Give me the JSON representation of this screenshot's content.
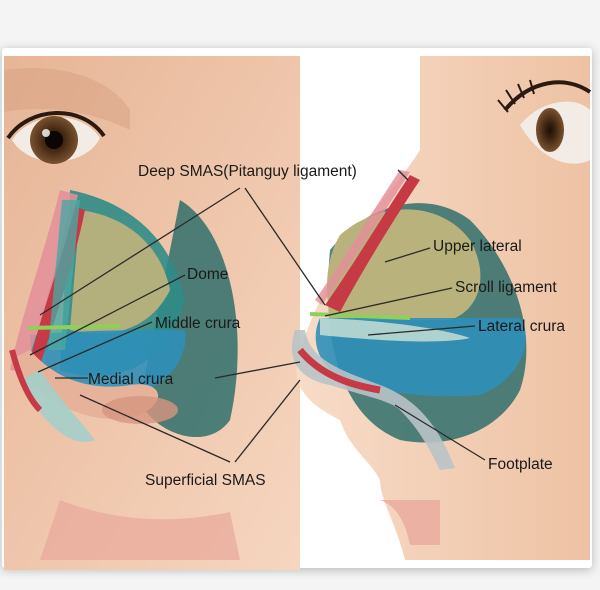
{
  "labels": {
    "deep_smas": "Deep SMAS(Pitanguy ligament)",
    "dome": "Dome",
    "middle_crura": "Middle crura",
    "medial_crura": "Medial crura",
    "superficial_smas": "Superficial SMAS",
    "upper_lateral": "Upper lateral",
    "scroll_ligament": "Scroll ligament",
    "lateral_crura": "Lateral crura",
    "footplate": "Footplate"
  },
  "colors": {
    "skin": "#f1c7a8",
    "skin_shadow": "#d99d83",
    "smas_teal": "#2f8c87",
    "cartilage_olive": "#b9b27c",
    "ligament_red": "#c63a45",
    "ligament_green": "#8fd05a",
    "crura_blue": "#2f8fb8",
    "leader_line": "#2a2a2a"
  }
}
